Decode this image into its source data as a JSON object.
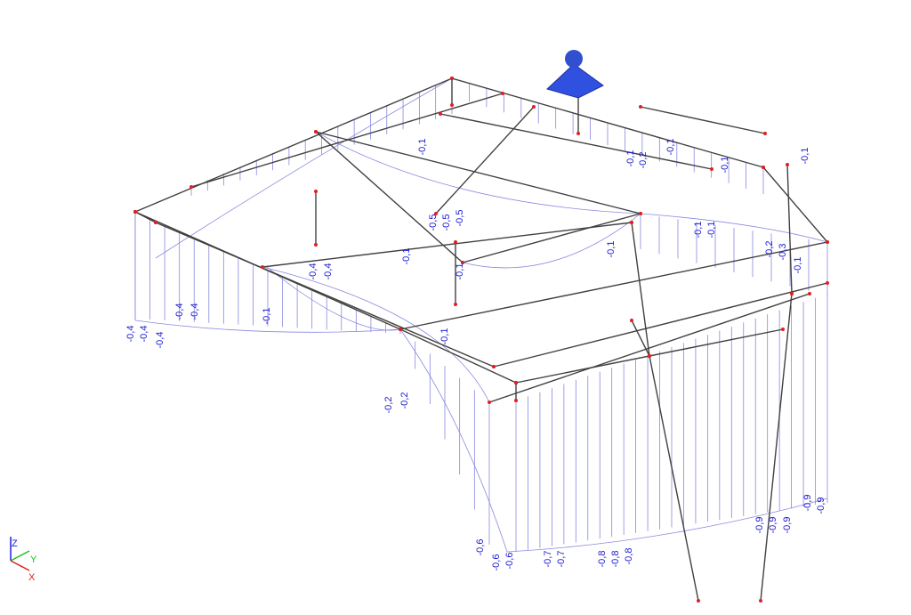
{
  "axes": {
    "z": "Z",
    "y": "Y",
    "x": "X"
  },
  "colors": {
    "frame": "#404040",
    "diagram": "#8080e0",
    "label": "#2020d0",
    "node": "#e02020",
    "support": "#3050e0"
  },
  "labels": [
    "-0,4",
    "-0,4",
    "-0,4",
    "-0,4",
    "-0,4",
    "-0,1",
    "-0,4",
    "-0,4",
    "-0,1",
    "-0,5",
    "-0,5",
    "-0,5",
    "-0,1",
    "-0,1",
    "-0,1",
    "-0,2",
    "-0,2",
    "-0,1",
    "-0,1",
    "-0,2",
    "-0,1",
    "-0,1",
    "-0,1",
    "-0,1",
    "-0,1",
    "-0,2",
    "-0,3",
    "-0,1",
    "-0,6",
    "-0,6",
    "-0,6",
    "-0,7",
    "-0,7",
    "-0,8",
    "-0,8",
    "-0,8",
    "-0,9",
    "-0,9",
    "-0,9",
    "-0,9",
    "-0,9"
  ]
}
